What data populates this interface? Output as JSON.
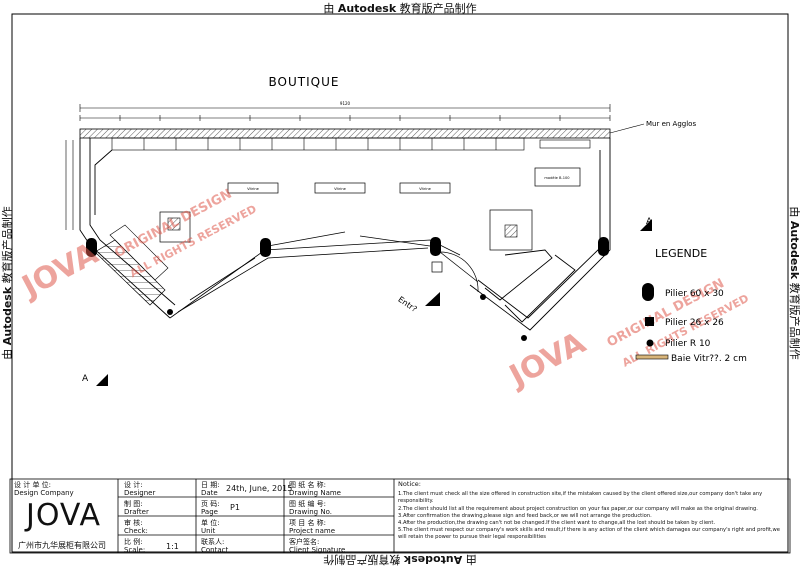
{
  "stamp": {
    "prefix": "由 ",
    "brand": "Autodesk",
    "suffix": " 教育版产品制作"
  },
  "plan": {
    "title": "BOUTIQUE",
    "wall_label": "Mur en Agglos",
    "entrance_label": "Entr?",
    "section_mark": "A",
    "total_dimension": "9120",
    "showcase_labels": [
      "Vitrine",
      "Vitrine",
      "Vitrine"
    ],
    "small_label": "modèle B-100",
    "watermark": {
      "brand": "JOVA",
      "line1": "ORIGINAL DESIGN",
      "line2": "ALL RIGHTS RESERVED"
    }
  },
  "legend": {
    "title": "LEGENDE",
    "items": [
      {
        "symbol": "pillar-rect",
        "label": "Pilier 60 x 30"
      },
      {
        "symbol": "pillar-square",
        "label": "Pilier 26 x 26"
      },
      {
        "symbol": "pillar-round",
        "label": "Pilier R 10"
      },
      {
        "symbol": "glass-bay",
        "label": "Baie Vitr??. 2 cm"
      }
    ]
  },
  "title_block": {
    "company_label_cn": "设 计 单 位:",
    "company_label_en": "Design Company",
    "company_logo": "JOVA",
    "company_name_cn": "广州市九华展柜有限公司",
    "designer_cn": "设 计:",
    "designer_en": "Designer",
    "drafter_cn": "制 图:",
    "drafter_en": "Drafter",
    "check_cn": "审 核:",
    "check_en": "Check:",
    "scale_cn": "比 例:",
    "scale_en": "Scale:",
    "scale_value": "1:1",
    "date_cn": "日 期:",
    "date_en": "Date",
    "date_value": "24th, June, 2015",
    "page_cn": "页 码:",
    "page_en": "Page",
    "page_value": "P1",
    "unit_cn": "单 位:",
    "unit_en": "Unit",
    "contact_cn": "联系人:",
    "contact_en": "Contact",
    "drawing_name_cn": "图 纸 名 称:",
    "drawing_name_en": "Drawing Name",
    "drawing_no_cn": "图 纸 编 号:",
    "drawing_no_en": "Drawing No.",
    "project_cn": "项 目 名 称:",
    "project_en": "Project name",
    "client_cn": "客户签名:",
    "client_en": "Client Signature",
    "notice_title": "Notice:",
    "notices": [
      "1.The client must check all the size offered in construction site,if the mistaken caused by the client offered size,our company don't take any responsibility.",
      "2.The client should list all the requirement about project construction on your fax paper,or our company will make as the original drawing.",
      "3.After confirmation the drawing,please sign and feed back,or we will not arrange the production.",
      "4.After the production,the drawing can't not be changed.If the client want to change,all the lost should be taken by client.",
      "5.The client must respect our company's work skills and result,if there is any action of the client  which damages our company's right and profit,we will retain the power to pursue their legal responsibilities"
    ]
  }
}
